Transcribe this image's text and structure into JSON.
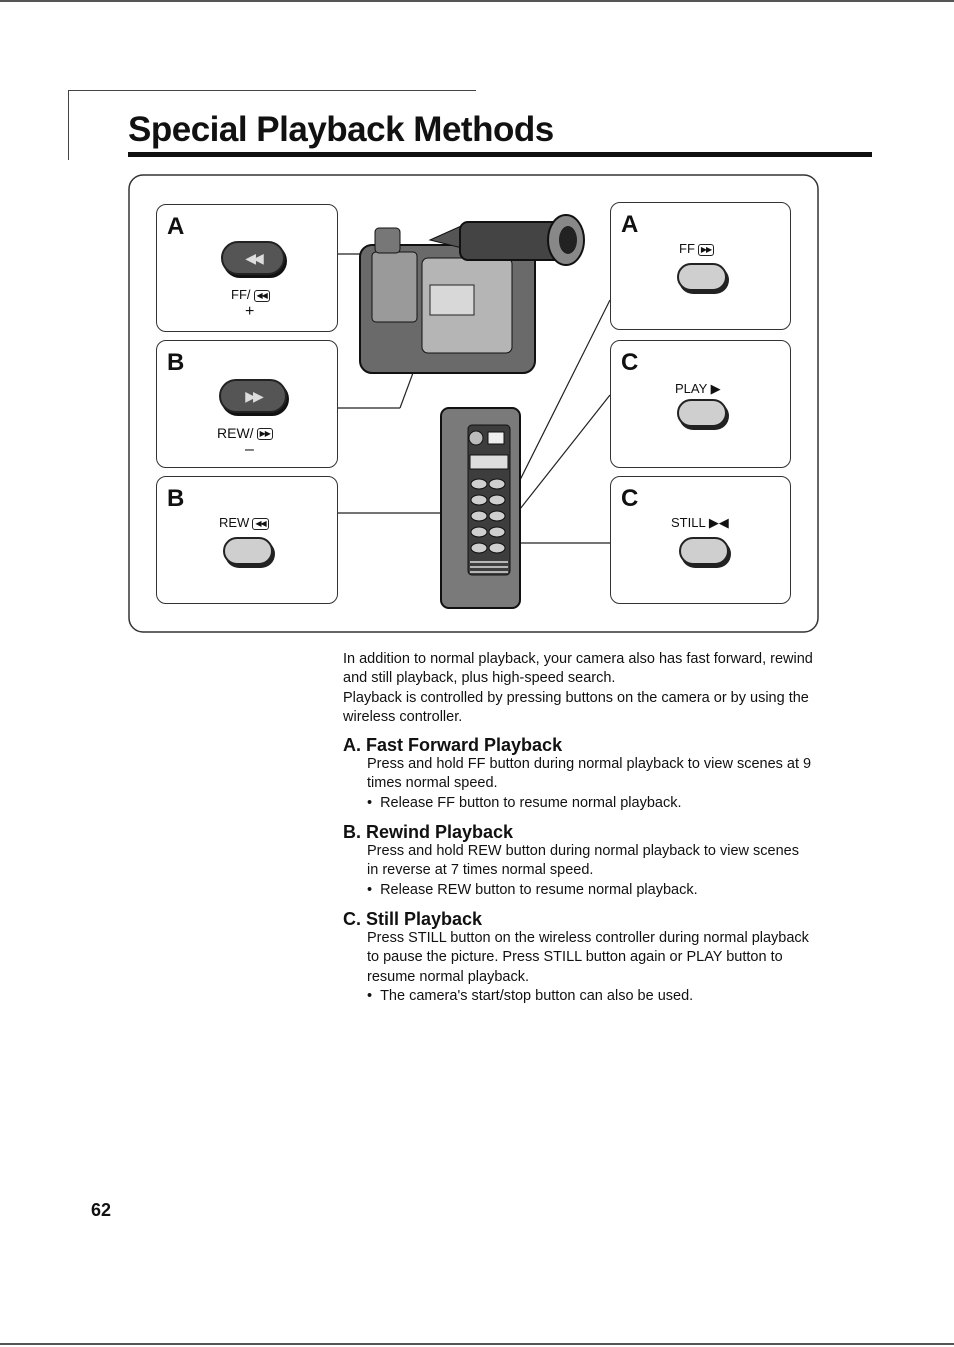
{
  "page": {
    "title": "Special Playback Methods",
    "page_number": "62"
  },
  "figure": {
    "panels": [
      {
        "letter": "A",
        "label": "FF/",
        "sign": "+"
      },
      {
        "letter": "B",
        "label": "REW/",
        "sign": "–"
      },
      {
        "letter": "B",
        "label": "REW"
      },
      {
        "letter": "A",
        "label": "FF"
      },
      {
        "letter": "C",
        "label": "PLAY ▶"
      },
      {
        "letter": "C",
        "label": "STILL ▶◀"
      }
    ],
    "icons": [
      "rewind-icon",
      "fast-forward-icon",
      "play-icon",
      "still-icon",
      "camcorder-icon",
      "remote-controller-icon"
    ]
  },
  "intro": {
    "paragraph1": "In addition to normal playback, your camera also has fast forward, rewind and still playback, plus high-speed search.",
    "paragraph2": "Playback is controlled by pressing buttons on the camera or by using the wireless controller."
  },
  "sections": [
    {
      "heading": "A. Fast Forward Playback",
      "body": "Press and hold FF button during normal playback to view scenes at 9 times normal speed.",
      "bullet": "Release FF button to resume normal playback."
    },
    {
      "heading": "B. Rewind Playback",
      "body": "Press and hold REW button during normal playback to view scenes in reverse at 7 times normal speed.",
      "bullet": "Release REW button to resume normal playback."
    },
    {
      "heading": "C. Still Playback",
      "body": "Press STILL button on the wireless controller during normal playback to pause the picture. Press STILL button again or PLAY button to resume normal playback.",
      "bullet": "The camera's start/stop button can also be used."
    }
  ]
}
